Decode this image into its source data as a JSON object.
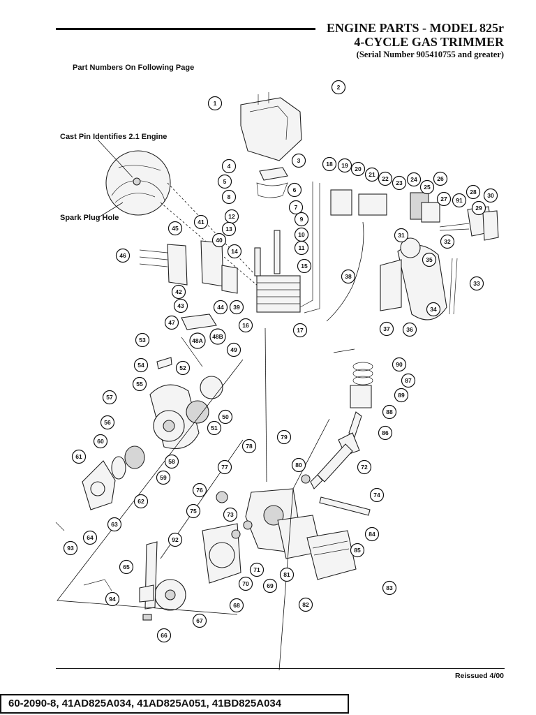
{
  "header": {
    "title_line1": "ENGINE PARTS - MODEL 825r",
    "title_line2": "4-CYCLE GAS TRIMMER",
    "subtitle": "(Serial Number 905410755 and greater)"
  },
  "note": "Part Numbers On Following Page",
  "callouts": {
    "cast_pin": "Cast Pin Identifies 2.1 Engine",
    "spark_plug": "Spark Plug Hole"
  },
  "footer": {
    "reissued": "Reissued 4/00",
    "model_numbers": "60-2090-8, 41AD825A034, 41AD825A051, 41BD825A034"
  },
  "part_labels": [
    "1",
    "2",
    "3",
    "4",
    "5",
    "6",
    "7",
    "8",
    "9",
    "10",
    "11",
    "12",
    "13",
    "14",
    "15",
    "16",
    "17",
    "18",
    "19",
    "20",
    "21",
    "22",
    "23",
    "24",
    "25",
    "26",
    "27",
    "28",
    "29",
    "30",
    "31",
    "32",
    "33",
    "34",
    "35",
    "36",
    "37",
    "38",
    "39",
    "40",
    "41",
    "42",
    "43",
    "44",
    "45",
    "46",
    "47",
    "48A",
    "48B",
    "49",
    "50",
    "51",
    "52",
    "53",
    "54",
    "55",
    "56",
    "57",
    "58",
    "59",
    "60",
    "61",
    "62",
    "63",
    "64",
    "65",
    "66",
    "67",
    "68",
    "69",
    "70",
    "71",
    "72",
    "73",
    "74",
    "75",
    "76",
    "77",
    "78",
    "79",
    "80",
    "81",
    "82",
    "83",
    "84",
    "85",
    "86",
    "87",
    "88",
    "89",
    "90",
    "91",
    "92",
    "93",
    "94"
  ]
}
